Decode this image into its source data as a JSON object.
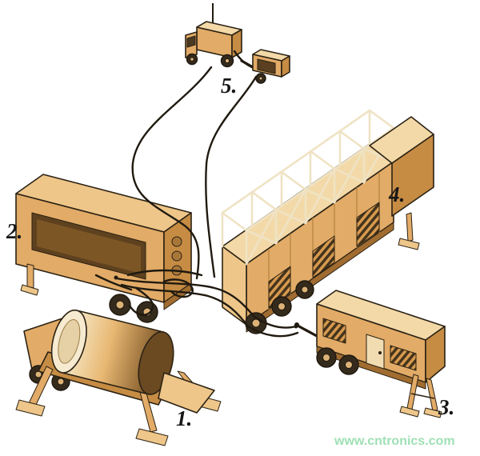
{
  "diagram": {
    "type": "equipment-layout-illustration",
    "labels": {
      "unit1": "1.",
      "unit2": "2.",
      "unit3": "3.",
      "unit4": "4.",
      "unit5": "5."
    },
    "watermark": {
      "text": "www.cntronics.com",
      "color": "#9fe0b5"
    },
    "colors": {
      "body_light": "#f3d9a8",
      "body_top": "#eec689",
      "body_mid": "#e2ab67",
      "body_dark": "#c68c44",
      "recess_dark": "#5e411e",
      "outline": "#2b2214",
      "cable": "#201a10",
      "background": "#ffffff"
    },
    "components": [
      {
        "id": "1",
        "name": "radar-drum-trailer"
      },
      {
        "id": "2",
        "name": "cabin-trailer"
      },
      {
        "id": "3",
        "name": "generator-trailer"
      },
      {
        "id": "4",
        "name": "lattice-mast-truck"
      },
      {
        "id": "5",
        "name": "comms-truck-and-trailer"
      }
    ]
  }
}
